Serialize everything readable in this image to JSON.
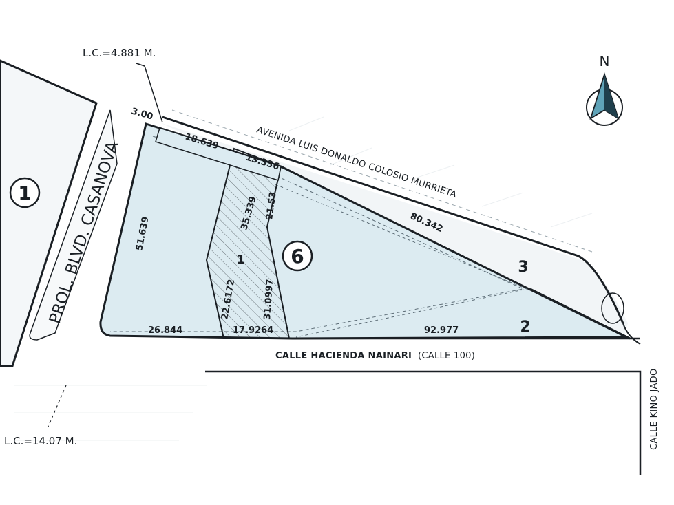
{
  "colors": {
    "lot_fill": "#dcebf1",
    "line": "#1a1f24",
    "street_fill": "#f2f5f7",
    "compass_accent": "#5fa3b8"
  },
  "compass": {
    "label": "N",
    "icon": "north-arrow-icon"
  },
  "lots": {
    "lot_left": "1",
    "lot_main": "6",
    "sub_lot": "1",
    "lot_three": "3",
    "lot_two": "2"
  },
  "streets": {
    "avenida": "AVENIDA LUIS DONALDO COLOSIO MURRIETA",
    "casanova": "PROL. BLVD. CASANOVA",
    "hacienda_bold": "CALLE HACIENDA NAINARI",
    "hacienda_suffix": "(CALLE 100)",
    "kino": "CALLE KINO JADO"
  },
  "notes": {
    "lc_top": "L.C.=4.881 M.",
    "lc_bottom": "L.C.=14.07 M."
  },
  "dimensions": {
    "d_300": "3.00",
    "d_18639": "18.639",
    "d_13336": "13.336",
    "d_51639": "51.639",
    "d_35339": "35.339",
    "d_2153": "21.53",
    "d_80342": "80.342",
    "d_226172": "22.6172",
    "d_310997": "31.0997",
    "d_26844": "26.844",
    "d_179264": "17.9264",
    "d_92977": "92.977"
  }
}
